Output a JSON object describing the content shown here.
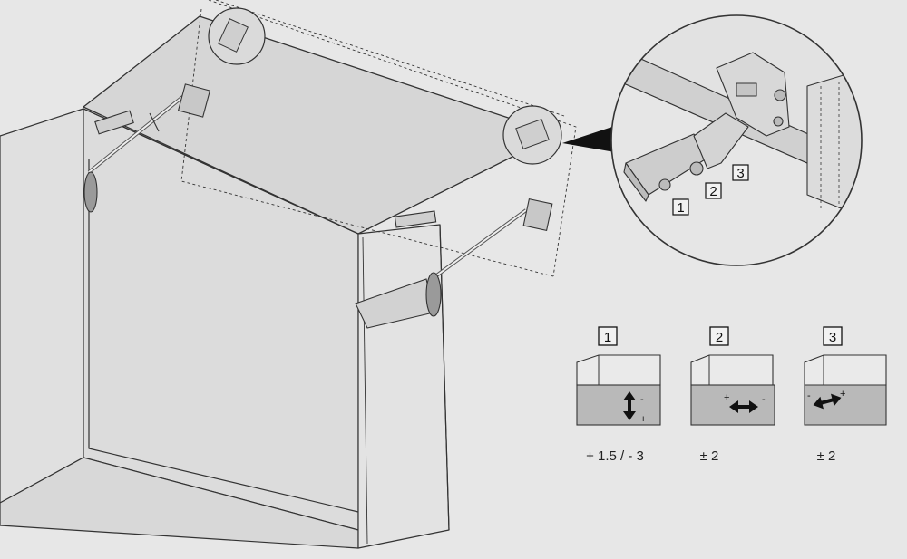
{
  "callouts": [
    "1",
    "2",
    "3"
  ],
  "adjustments": [
    {
      "number": "1",
      "value": "+ 1.5 / - 3",
      "sign_a": "-",
      "sign_b": "+",
      "direction": "vertical"
    },
    {
      "number": "2",
      "value": "± 2",
      "sign_a": "+",
      "sign_b": "-",
      "direction": "horizontal"
    },
    {
      "number": "3",
      "value": "± 2",
      "sign_a": "-",
      "sign_b": "+",
      "direction": "diagonal"
    }
  ],
  "colors": {
    "background": "#e7e7e7",
    "line": "#333333",
    "cabinet_fill": "#dedede",
    "door_fill": "#d4d4d4",
    "dark_panel": "#b9b9b9",
    "arrow": "#111111"
  }
}
